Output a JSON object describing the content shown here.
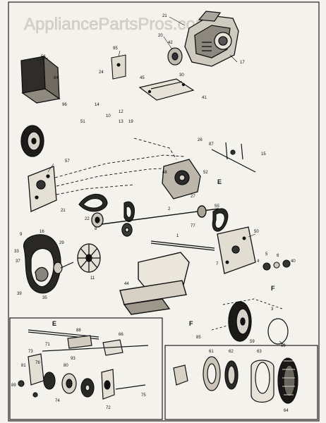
{
  "watermark": "AppliancePartsPros.com",
  "section_labels": {
    "e_main": "E",
    "f_main": "F",
    "e_inset": "E",
    "f_inset": "F"
  },
  "part_numbers": {
    "p1": "21",
    "p2": "20",
    "p3": "95",
    "p4": "17",
    "p5": "30",
    "p6": "45",
    "p7": "84",
    "p8": "56",
    "p9": "96",
    "p10": "14",
    "p11": "51",
    "p12": "24",
    "p13": "41",
    "p14": "42",
    "p15": "12",
    "p16": "10",
    "p17": "13",
    "p18": "19",
    "p19": "57",
    "p20": "87",
    "p21": "15",
    "p22": "48",
    "p23": "52",
    "p24": "27",
    "p25": "26",
    "p26": "21",
    "p27": "22",
    "p28": "8",
    "p29": "16",
    "p30": "33",
    "p31": "37",
    "p32": "1",
    "p33": "4",
    "p34": "5",
    "p35": "6",
    "p36": "40",
    "p37": "11",
    "p38": "2",
    "p39": "77",
    "p40": "55",
    "p41": "3",
    "p42": "60",
    "p43": "85",
    "p44": "61",
    "p45": "62",
    "p46": "63",
    "p47": "64",
    "p48": "73",
    "p49": "81",
    "p50": "74",
    "p51": "80",
    "p52": "75",
    "p53": "89",
    "p54": "88",
    "p55": "59",
    "p56": "39",
    "p57": "29",
    "p58": "9",
    "p59": "7",
    "p60": "66",
    "p61": "71",
    "p62": "76",
    "p63": "93",
    "p64": "72",
    "p65": "44",
    "p66": "35",
    "p67": "50"
  }
}
